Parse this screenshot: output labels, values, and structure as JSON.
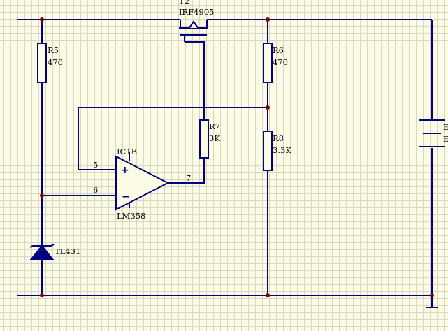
{
  "components": {
    "t2": {
      "designator": "T2",
      "value": "IRF4905"
    },
    "r5": {
      "designator": "R5",
      "value": "470"
    },
    "r6": {
      "designator": "R6",
      "value": "470"
    },
    "r7": {
      "designator": "R7",
      "value": "3K"
    },
    "r8": {
      "designator": "R8",
      "value": "3.3K"
    },
    "ic1b": {
      "designator": "IC1B",
      "value": "LM358",
      "pin_noninv": "5",
      "pin_inv": "6",
      "pin_out": "7"
    },
    "tl431": {
      "value": "TL431"
    },
    "battery": {
      "designator": "E",
      "value": "E"
    }
  },
  "colors": {
    "wire": "#000080",
    "junction": "#800000",
    "background": "#fbfbe6",
    "grid": "#d8d8c0"
  }
}
